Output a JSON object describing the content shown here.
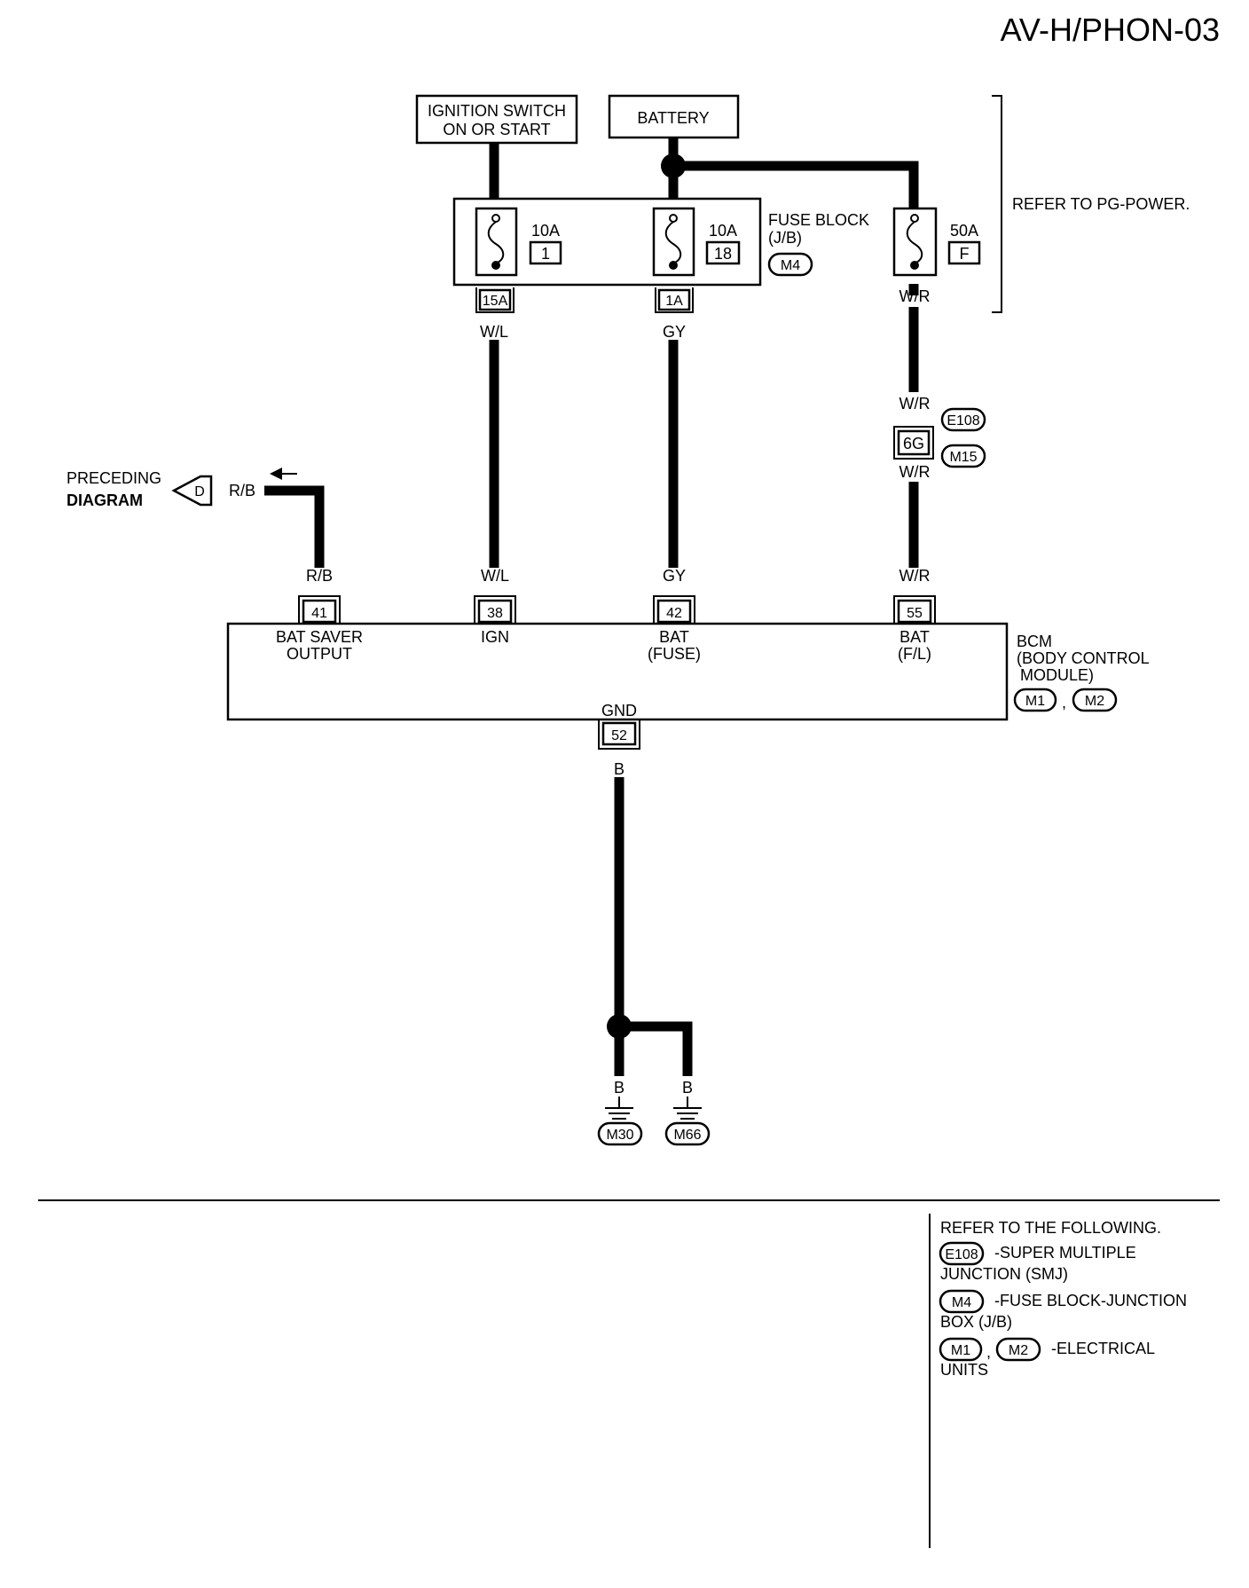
{
  "page_code": "AV-H/PHON-03",
  "sources": {
    "ignition": [
      "IGNITION SWITCH",
      "ON OR START"
    ],
    "battery": "BATTERY"
  },
  "fuse_block": {
    "label": [
      "FUSE BLOCK",
      "(J/B)"
    ],
    "connector": "M4",
    "fuses": [
      {
        "rating": "10A",
        "number": "1",
        "terminal": "15A",
        "wire": "W/L"
      },
      {
        "rating": "10A",
        "number": "18",
        "terminal": "1A",
        "wire": "GY"
      }
    ]
  },
  "fusible_link": {
    "rating": "50A",
    "number": "F",
    "wire": "W/R"
  },
  "refer_pg_power": "REFER TO PG-POWER.",
  "joint": {
    "terminal": "6G",
    "wire": "W/R",
    "connectors": [
      "E108",
      "M15"
    ]
  },
  "preceding": {
    "lines": [
      "PRECEDING",
      "DIAGRAM"
    ],
    "marker": "D",
    "wire": "R/B"
  },
  "bcm": {
    "label": [
      "BCM",
      "(BODY CONTROL",
      "MODULE)"
    ],
    "connectors": [
      "M1",
      "M2"
    ],
    "separator": ",",
    "terminals": [
      {
        "number": "41",
        "wire": "R/B",
        "name": [
          "BAT SAVER",
          "OUTPUT"
        ]
      },
      {
        "number": "38",
        "wire": "W/L",
        "name": [
          "IGN"
        ]
      },
      {
        "number": "42",
        "wire": "GY",
        "name": [
          "BAT",
          "(FUSE)"
        ]
      },
      {
        "number": "55",
        "wire": "W/R",
        "name": [
          "BAT",
          "(F/L)"
        ]
      }
    ],
    "ground": {
      "number": "52",
      "name": "GND",
      "wire": "B"
    }
  },
  "grounds": [
    {
      "wire": "B",
      "connector": "M30"
    },
    {
      "wire": "B",
      "connector": "M66"
    }
  ],
  "refer_box": {
    "heading": "REFER TO THE FOLLOWING.",
    "items": [
      {
        "connectors": [
          "E108"
        ],
        "text": [
          "-SUPER MULTIPLE",
          "JUNCTION (SMJ)"
        ]
      },
      {
        "connectors": [
          "M4"
        ],
        "text": [
          "-FUSE BLOCK-JUNCTION",
          "BOX (J/B)"
        ]
      },
      {
        "connectors": [
          "M1",
          "M2"
        ],
        "separator": ",",
        "text": [
          "-ELECTRICAL",
          "UNITS"
        ]
      }
    ]
  }
}
